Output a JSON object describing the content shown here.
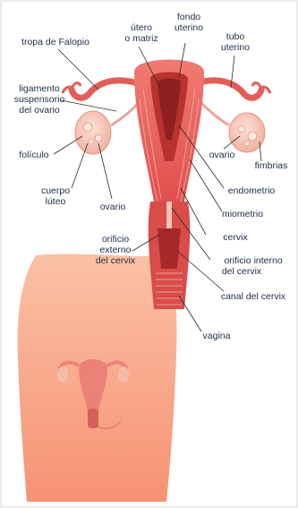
{
  "labels": {
    "trompa": "tropa de Falopio",
    "utero_1": "útero",
    "utero_2": "o matriz",
    "fondo_1": "fondo",
    "fondo_2": "uterino",
    "tubo_1": "tubo",
    "tubo_2": "uterino",
    "ligamento_1": "ligamento",
    "ligamento_2": "suspensorio",
    "ligamento_3": "del ovario",
    "foliculo": "folículo",
    "cuerpo_1": "cuerpo",
    "cuerpo_2": "lúteo",
    "ovario_left": "ovario",
    "ovario_right": "ovario",
    "fimbrias": "fimbrias",
    "endometrio": "endometrio",
    "miometrio": "miometrio",
    "cervix": "cervix",
    "orificio_externo_1": "orificio",
    "orificio_externo_2": "externo",
    "orificio_externo_3": "del cervix",
    "orificio_interno_1": "orificio interno",
    "orificio_interno_2": "del cervix",
    "canal": "canal del cervix",
    "vagina": "vagina"
  },
  "colors": {
    "uterus": "#e85a5a",
    "uterus_dark": "#b42a2a",
    "ovary": "#f6c6b8",
    "skin": "#f9a98a",
    "label_text": "#22304a"
  }
}
